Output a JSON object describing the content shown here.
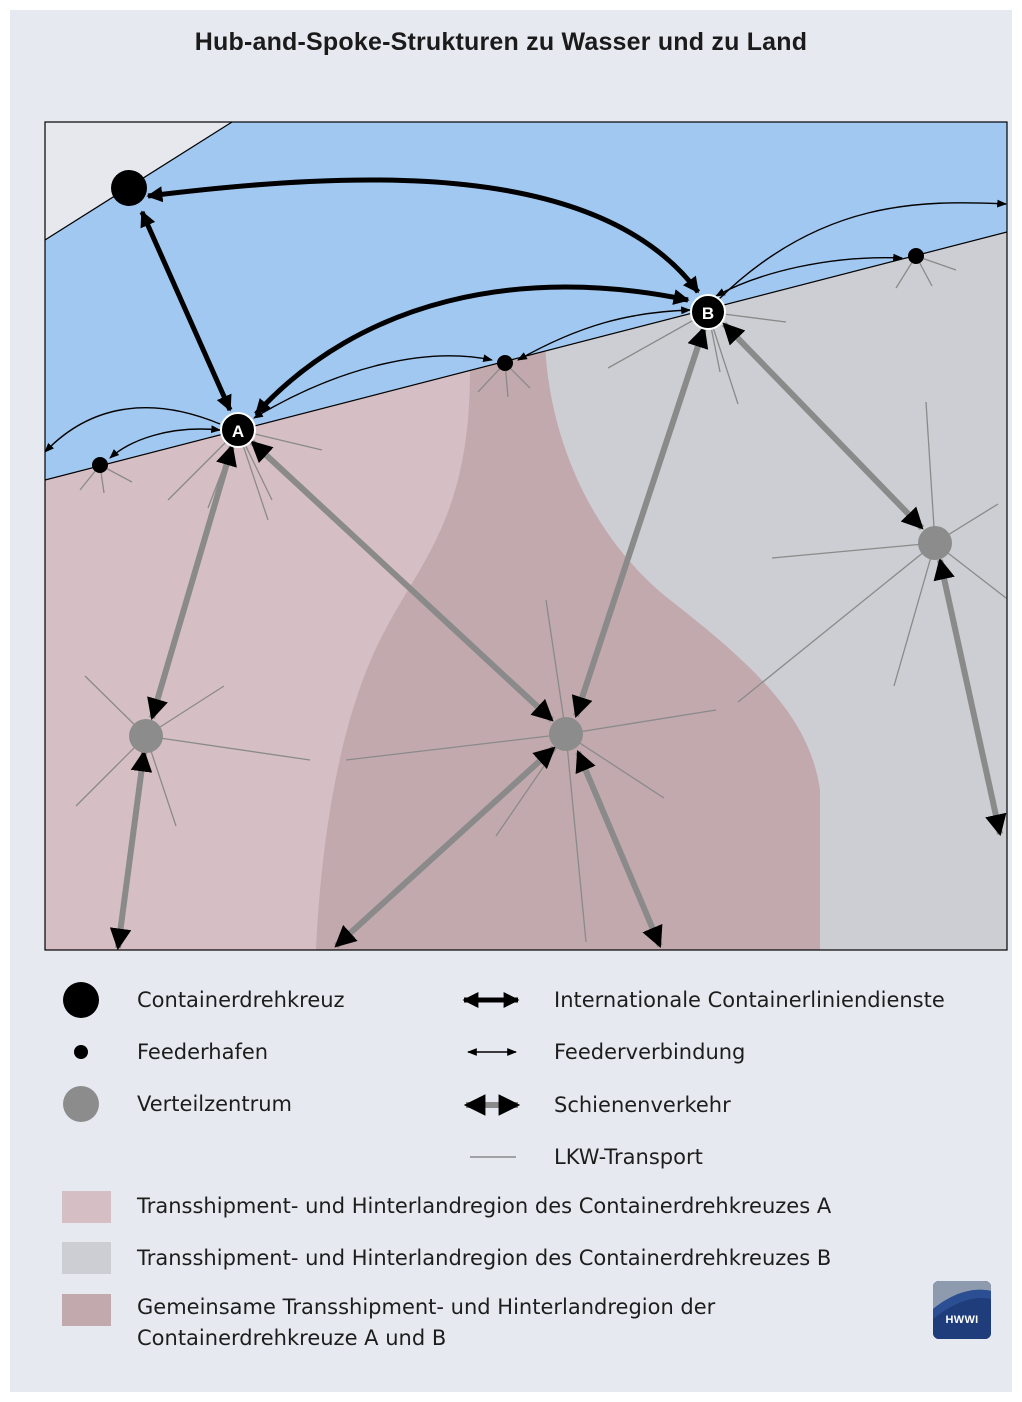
{
  "title": "Hub-and-Spoke-Strukturen zu Wasser und zu Land",
  "hubs": {
    "a_label": "A",
    "b_label": "B"
  },
  "colors": {
    "background": "#e6eaf0",
    "sea": "#a0c8f0",
    "land_top": "#e6e8ed",
    "region_a": "#d6bfc4",
    "region_b": "#cdced3",
    "region_shared": "#c2a9ae",
    "hub": "#000000",
    "distribution_center": "#8c8c8c",
    "rail": "#8a8a8a",
    "truck": "#8a8a8a"
  },
  "legend": {
    "hub": "Containerdrehkreuz",
    "feeder_port": "Feederhafen",
    "distribution_center": "Verteilzentrum",
    "international": "Internationale Containerliniendienste",
    "feeder_link": "Feederverbindung",
    "rail": "Schienenverkehr",
    "truck": "LKW-Transport",
    "region_a": "Transshipment- und Hinterlandregion des Containerdrehkreuzes A",
    "region_b": "Transshipment- und Hinterlandregion des Containerdrehkreuzes B",
    "region_shared": "Gemeinsame Transshipment- und Hinterlandregion der Containerdrehkreuze A und B"
  },
  "logo": {
    "text": "HWWI",
    "icon": "hwwi-logo"
  }
}
